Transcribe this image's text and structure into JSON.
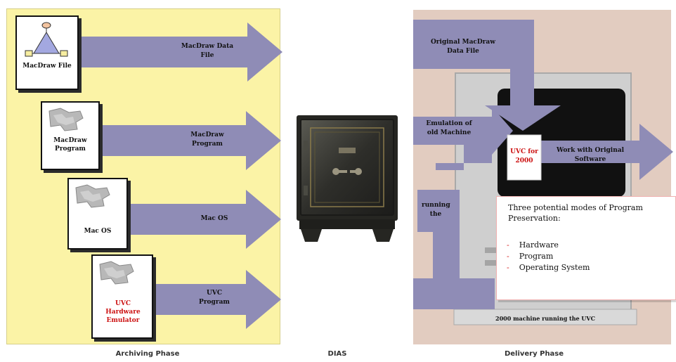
{
  "archiving_phase": {
    "caption": "Archiving Phase",
    "items": [
      {
        "doc_label": "MacDraw File",
        "arrow_label": "MacDraw Data File"
      },
      {
        "doc_label": "MacDraw Program",
        "arrow_label": "MacDraw Program"
      },
      {
        "doc_label": "Mac OS",
        "arrow_label": "Mac OS"
      },
      {
        "doc_label": "UVC Hardware Emulator",
        "arrow_label": "UVC Program"
      }
    ]
  },
  "dias": {
    "caption": "DIAS"
  },
  "delivery_phase": {
    "caption": "Delivery Phase",
    "arrow_original": "Original MacDraw Data File",
    "arrow_emulation": "Emulation of old Machine",
    "arrow_running": "running the",
    "uvc_label": "UVC for 2000",
    "arrow_works": "Work with Original Software",
    "machine_caption": "2000 machine running the UVC",
    "modes": {
      "title": "Three potential modes of Program Preservation:",
      "items": [
        "Hardware",
        "Program",
        "Operating System"
      ]
    }
  },
  "colors": {
    "arrow": "#8f8cb6",
    "archive_bg": "#fbf3a6",
    "delivery_bg": "#e2ccc0",
    "highlight_text": "#cc1010"
  }
}
